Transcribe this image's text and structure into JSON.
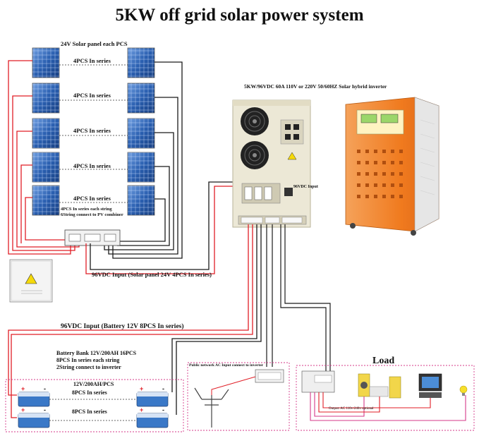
{
  "title": "5KW off grid solar power system",
  "solar": {
    "panel_label": "24V Solar panel each PCS",
    "strings": [
      "4PCS In series",
      "4PCS In series",
      "4PCS In series",
      "4PCS In series",
      "4PCS In series"
    ],
    "string_note_1": "4PCS In series each string",
    "string_note_2": "6String connect to PV combiner",
    "pv_input": "96VDC Input (Solar panel 24V 4PCS In series)"
  },
  "inverter": {
    "label": "5KW/96VDC 60A 110V or 220V 50/60HZ Solar hybrid inverter",
    "dc_input": "96VDC Input"
  },
  "battery": {
    "input_label": "96VDC Input (Battery 12V 8PCS In series)",
    "bank_line1": "Battery Bank 12V/200AH 16PCS",
    "bank_line2": "8PCS In series each string",
    "bank_line3": "2String connect to inverter",
    "unit_label": "12V/200AH/PCS",
    "row1": "8PCS In series",
    "row2": "8PCS In series"
  },
  "grid": {
    "label": "Public network AC Input connect to inverter"
  },
  "load": {
    "title": "Load",
    "output_label": "Output: AC 110v-240v optional"
  },
  "colors": {
    "positive_wire": "#e01e26",
    "negative_wire": "#1a1a1a",
    "inverter_orange": "#f07a1e",
    "panel_blue": "#2a5fb0",
    "dotted_border": "#d63a8a"
  }
}
